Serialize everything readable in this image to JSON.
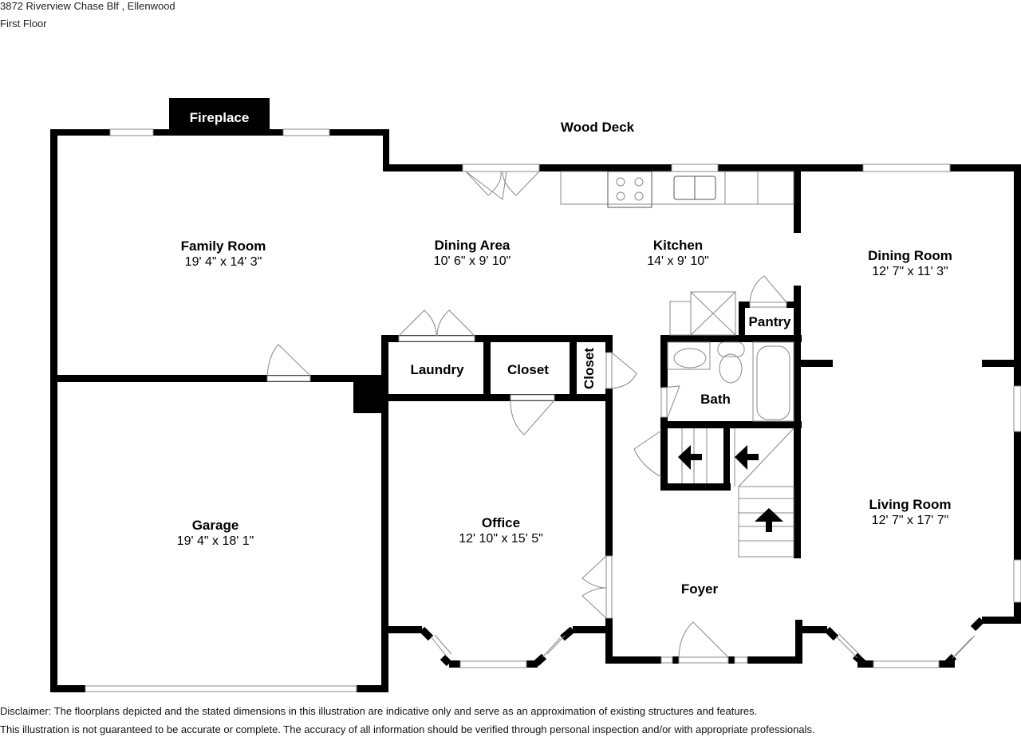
{
  "header": {
    "address": "3872 Riverview Chase Blf , Ellenwood",
    "floor": "First Floor"
  },
  "features": {
    "fireplace": "Fireplace",
    "wood_deck": "Wood Deck"
  },
  "rooms": [
    {
      "name": "Family Room",
      "dims": "19' 4\" x 14' 3\""
    },
    {
      "name": "Dining Area",
      "dims": "10' 6\" x 9' 10\""
    },
    {
      "name": "Kitchen",
      "dims": "14' x 9' 10\""
    },
    {
      "name": "Dining Room",
      "dims": "12' 7\" x 11' 3\""
    },
    {
      "name": "Garage",
      "dims": "19' 4\" x 18' 1\""
    },
    {
      "name": "Office",
      "dims": "12' 10\" x 15' 5\""
    },
    {
      "name": "Living Room",
      "dims": "12' 7\" x 17' 7\""
    }
  ],
  "small_rooms": {
    "laundry": "Laundry",
    "closet_1": "Closet",
    "closet_2": "Closet",
    "pantry": "Pantry",
    "bath": "Bath",
    "foyer": "Foyer"
  },
  "disclaimer": {
    "line1": "Disclaimer: The floorplans depicted and the stated dimensions in this illustration are indicative only and serve as an approximation of existing structures and features.",
    "line2": "This illustration is not guaranteed to be accurate or complete. The accuracy of all information should be verified through personal inspection and/or with appropriate professionals."
  },
  "colors": {
    "wall": "#000000",
    "background": "#ffffff",
    "fixture_line": "#808080"
  }
}
